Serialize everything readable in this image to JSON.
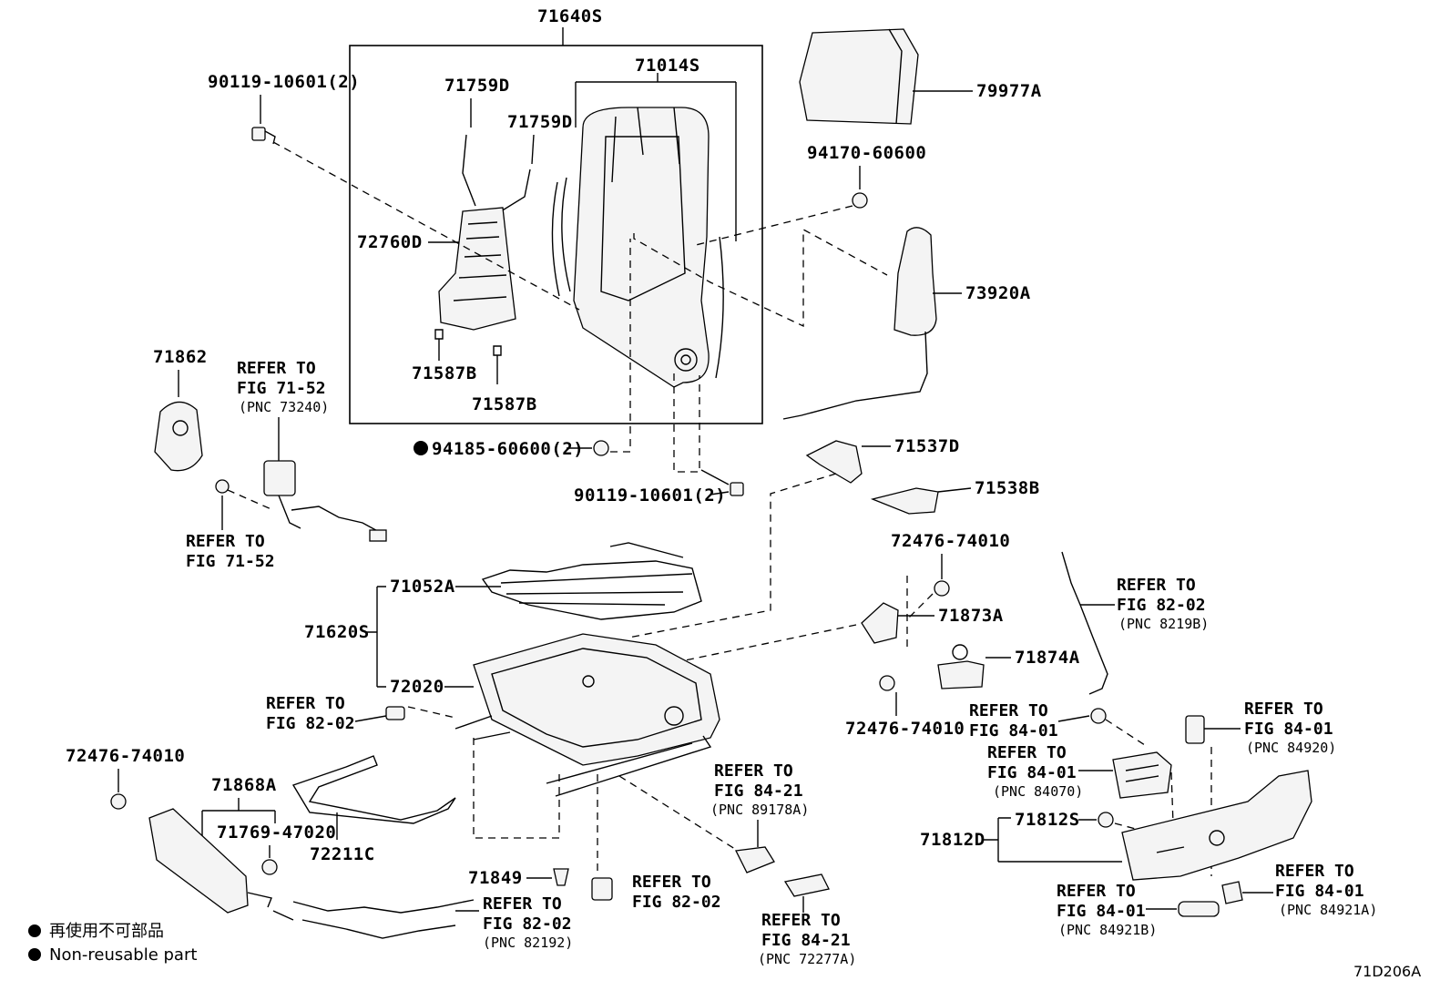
{
  "title": "71640S",
  "figure_id": "71D206A",
  "legend": {
    "line1": "再使用不可部品",
    "line2": "Non-reusable part"
  },
  "parts": {
    "p71014S": "71014S",
    "p79977A": "79977A",
    "p90119_top": "90119-10601(2)",
    "p71759D_a": "71759D",
    "p71759D_b": "71759D",
    "p94170": "94170-60600",
    "p72760D": "72760D",
    "p73920A": "73920A",
    "p71862": "71862",
    "p71587B_a": "71587B",
    "p71587B_b": "71587B",
    "p94185": "94185-60600(2)",
    "p71537D": "71537D",
    "p90119_mid": "90119-10601(2)",
    "p71538B": "71538B",
    "p72476_a": "72476-74010",
    "p71052A": "71052A",
    "p71873A": "71873A",
    "p71620S": "71620S",
    "p71874A": "71874A",
    "p72020": "72020",
    "p72476_b": "72476-74010",
    "p72476_c": "72476-74010",
    "p71868A": "71868A",
    "p71769": "71769-47020",
    "p72211C": "72211C",
    "p71812S": "71812S",
    "p71812D": "71812D",
    "p71849": "71849"
  },
  "references": {
    "seatbelt_top": {
      "l1": "REFER TO",
      "l2": "FIG 71-52",
      "l3": "(PNC 73240)"
    },
    "seatbelt_bottom": {
      "l1": "REFER TO",
      "l2": "FIG 71-52"
    },
    "harness_right": {
      "l1": "REFER TO",
      "l2": "FIG 82-02",
      "l3": "(PNC 8219B)"
    },
    "connector_left": {
      "l1": "REFER TO",
      "l2": "FIG 82-02"
    },
    "switch_top_left": {
      "l1": "REFER TO",
      "l2": "FIG 84-01"
    },
    "switch_top_right": {
      "l1": "REFER TO",
      "l2": "FIG 84-01",
      "l3": "(PNC 84920)"
    },
    "switch_mid": {
      "l1": "REFER TO",
      "l2": "FIG 84-01",
      "l3": "(PNC 84070)"
    },
    "motor": {
      "l1": "REFER TO",
      "l2": "FIG 84-21",
      "l3": "(PNC 89178A)"
    },
    "knob_right": {
      "l1": "REFER TO",
      "l2": "FIG 84-01",
      "l3": "(PNC 84921A)"
    },
    "knob_left": {
      "l1": "REFER TO",
      "l2": "FIG 84-01",
      "l3": "(PNC 84921B)"
    },
    "clip_82": {
      "l1": "REFER TO",
      "l2": "FIG 82-02"
    },
    "harness_bottom": {
      "l1": "REFER TO",
      "l2": "FIG 82-02",
      "l3": "(PNC 82192)"
    },
    "sensor_bottom": {
      "l1": "REFER TO",
      "l2": "FIG 84-21",
      "l3": "(PNC 72277A)"
    }
  }
}
